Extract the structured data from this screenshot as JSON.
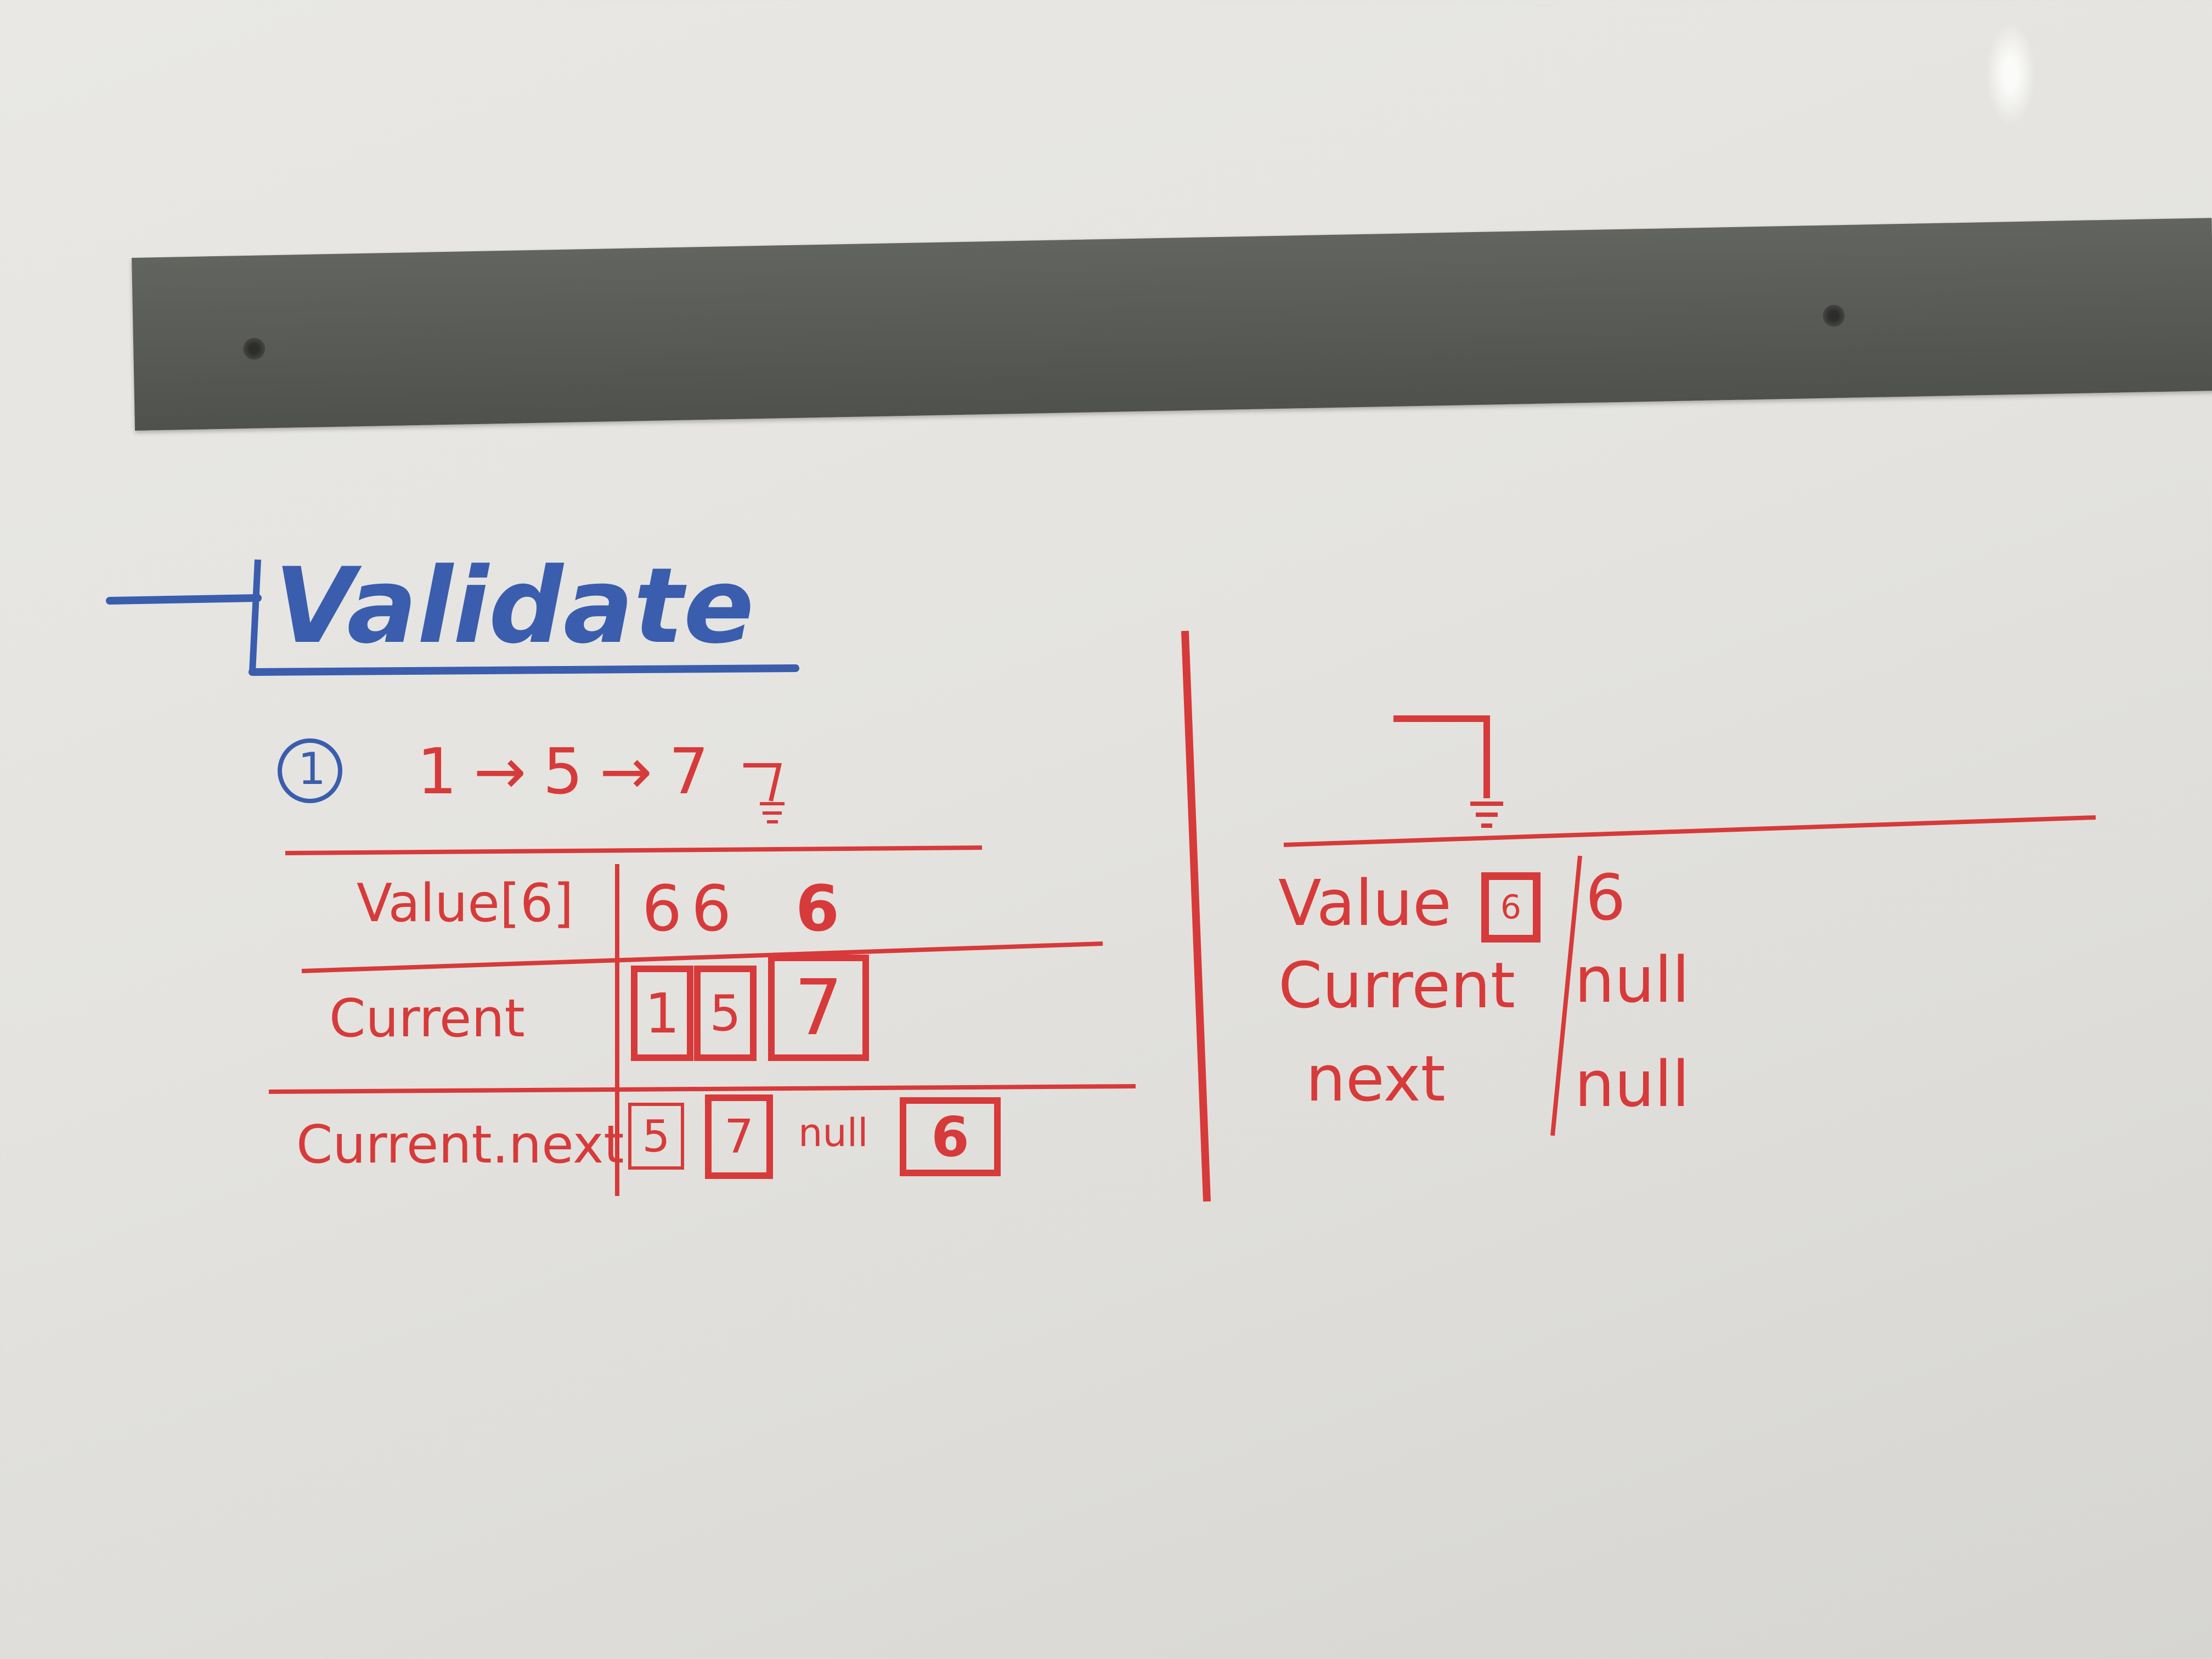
{
  "title": "Validate",
  "step_marker": "1",
  "list_sequence": "1→5→7",
  "left_table": {
    "value_label": "Value[6]",
    "value_cells": [
      "6",
      "6",
      "6"
    ],
    "current_label": "Current",
    "current_cells": [
      "1",
      "5",
      "7"
    ],
    "next_label": "Current.next",
    "next_cells": [
      "5",
      "7",
      "null",
      "6"
    ]
  },
  "right_table": {
    "value_label": "Value",
    "value_box": "6",
    "value_cell": "6",
    "current_label": "Current",
    "current_cell": "null",
    "next_label": "next",
    "next_cell": "null"
  },
  "colors": {
    "red_marker": "#d73a3a",
    "blue_marker": "#3a5dad",
    "board": "#e5e4e0",
    "ledge": "#595b57"
  }
}
